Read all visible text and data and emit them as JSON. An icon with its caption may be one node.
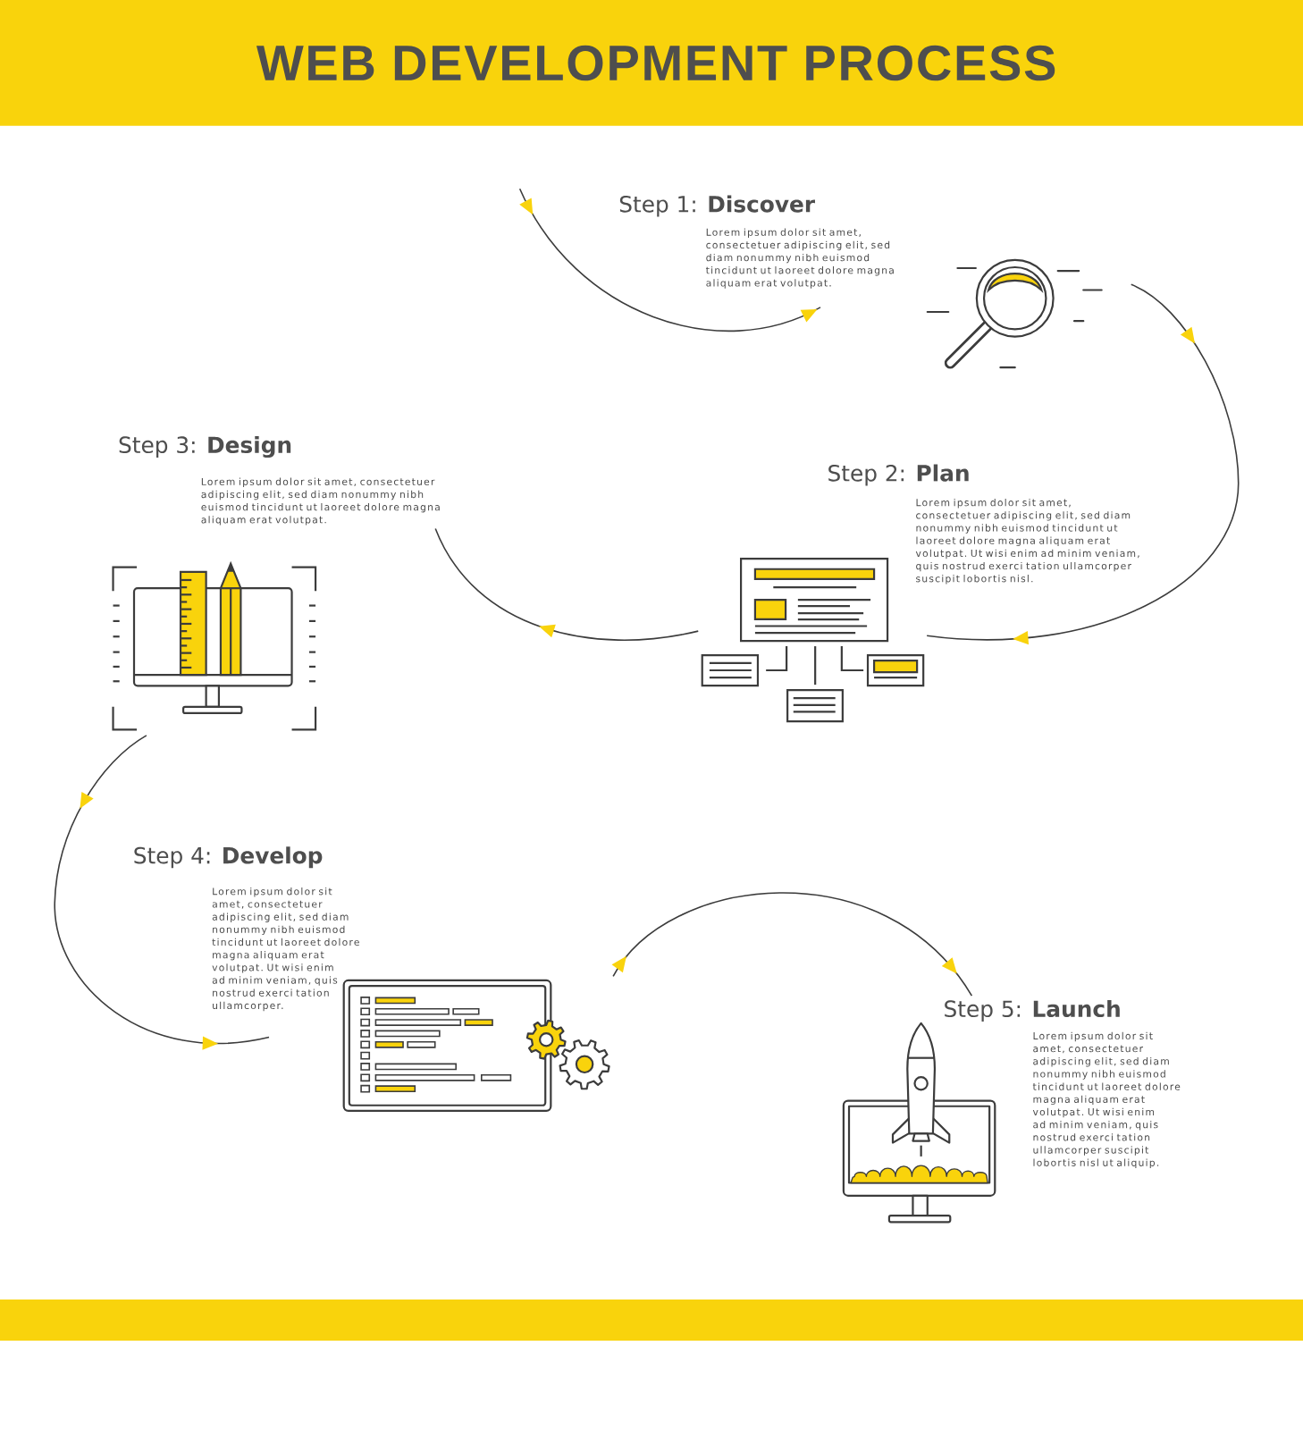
{
  "diagram": {
    "title": "WEB DEVELOPMENT PROCESS",
    "nodes": [
      {
        "text": [
          "Step 1: **Discover**",
          "Lorem ipsum dolor sit amet, consectetuer adipiscing elit, sed diam nonummy nibh euismod tincidunt ut laoreet dolore magna aliquam erat volutpat."
        ]
      },
      {
        "text": [],
        "shape": "picture"
      },
      {
        "text": [
          "Step 2: **Plan**",
          "Lorem ipsum dolor sit amet, consectetuer adipiscing elit, sed diam nonummy nibh euismod tincidunt ut laoreet dolore magna aliquam erat volutpat. Ut wisi enim ad minim veniam, quis nostrud exerci tation ullamcorper suscipit lobortis nisl."
        ]
      },
      {
        "text": [],
        "shape": "picture"
      },
      {
        "text": [
          "Step 3: **Design**",
          "Lorem ipsum dolor sit amet, consectetuer adipiscing elit, sed diam nonummy nibh euismod tincidunt ut laoreet dolore magna aliquam erat volutpat."
        ]
      },
      {
        "text": [],
        "shape": "picture"
      },
      {
        "text": [
          "Step 4: **Develop**",
          "Lorem ipsum dolor sit amet, consectetuer adipiscing elit, sed diam nonummy nibh euismod tincidunt ut laoreet dolore magna aliquam erat volutpat. Ut wisi enim ad minim veniam, quis nostrud exerci tation ullamcorper."
        ]
      },
      {
        "text": [],
        "shape": "picture"
      },
      {
        "text": [
          "Step 5: **Launch**",
          "Lorem ipsum dolor sit amet, consectetuer adipiscing elit, sed diam nonummy nibh euismod tincidunt ut laoreet dolore magna aliquam erat volutpat. Ut wisi enim ad minim veniam, quis nostrud exerci tation ullamcorper suscipit lobortis nisl ut aliquip."
        ]
      }
    ],
    "edges": [
      {
        "from": null,
        "to": 0,
        "arrow": "to"
      },
      {
        "from": 1,
        "to": 3,
        "arrow": "to"
      },
      {
        "from": 3,
        "to": 4,
        "arrow": "to"
      },
      {
        "from": 5,
        "to": 6,
        "arrow": "to"
      },
      {
        "from": 7,
        "to": 8,
        "arrow": "to"
      }
    ]
  }
}
